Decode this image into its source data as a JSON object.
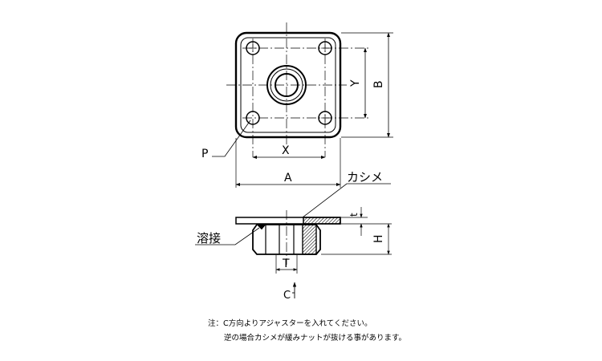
{
  "labels": {
    "P": "P",
    "X": "X",
    "A": "A",
    "Y": "Y",
    "B": "B",
    "kashime": "カシメ",
    "yousetsu": "溶接",
    "t": "t",
    "H": "H",
    "T": "T",
    "C": "C"
  },
  "notes": {
    "line1": "注：C方向よりアジャスターを入れてください。",
    "line2": "逆の場合カシメが緩みナットが抜ける事があります。"
  }
}
